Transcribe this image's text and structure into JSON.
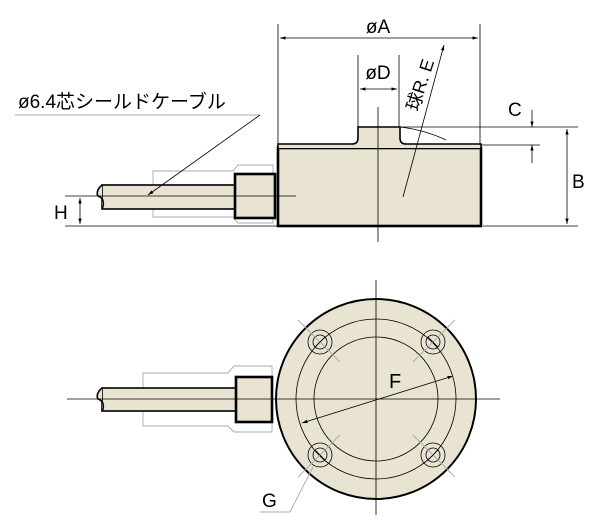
{
  "colors": {
    "body_fill": "#e9e3d2",
    "line": "#000000",
    "ghost": "#aaaaaa"
  },
  "labels": {
    "dia_a": "øA",
    "dia_d": "øD",
    "sphere_r": "球R. E",
    "c": "C",
    "b": "B",
    "h": "H",
    "f": "F",
    "g": "G",
    "cable": "ø6.4芯シールドケーブル"
  }
}
